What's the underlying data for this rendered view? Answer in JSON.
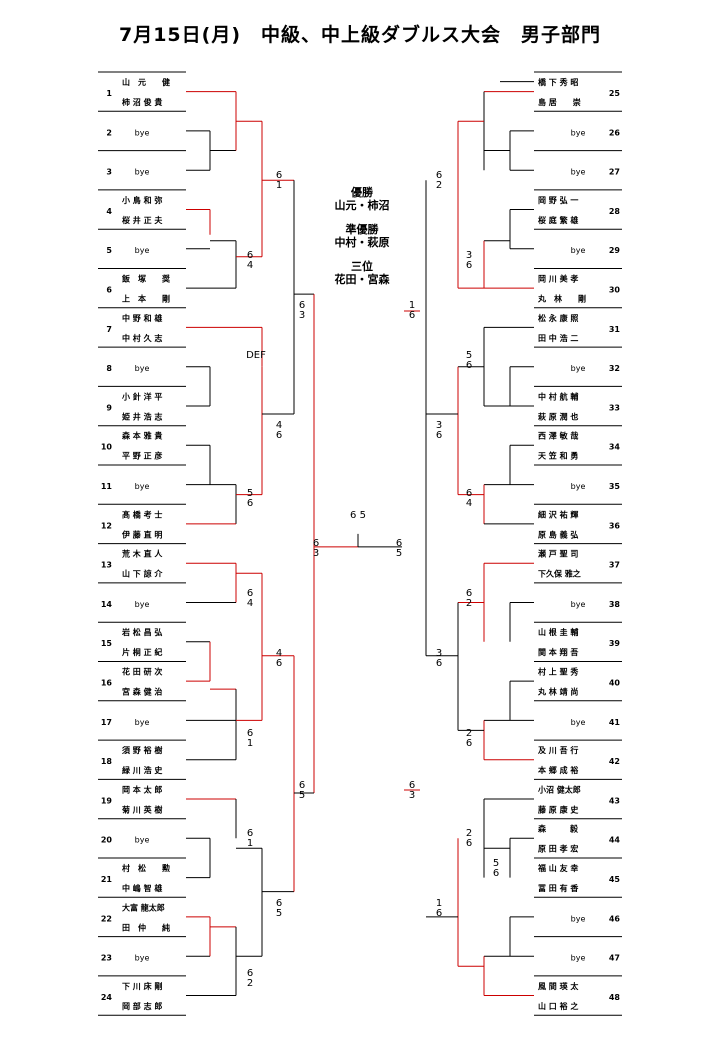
{
  "title": "7月15日(月)　中級、中上級ダブルス大会　男子部門",
  "results": {
    "champion_label": "優勝",
    "champion": "山元・柿沼",
    "runner_up_label": "準優勝",
    "runner_up": "中村・萩原",
    "third_label": "三位",
    "third": "花田・宮森"
  },
  "left_slots": [
    {
      "num": "1",
      "names": [
        "山　元　　健",
        "柿 沼 俊 貴"
      ]
    },
    {
      "num": "2",
      "names": [
        "bye"
      ]
    },
    {
      "num": "3",
      "names": [
        "bye"
      ]
    },
    {
      "num": "4",
      "names": [
        "小 鳥 和 弥",
        "桜 井 正 夫"
      ]
    },
    {
      "num": "5",
      "names": [
        "bye"
      ]
    },
    {
      "num": "6",
      "names": [
        "飯　塚　　奨",
        "上　本　　剛"
      ]
    },
    {
      "num": "7",
      "names": [
        "中 野 和 雄",
        "中 村 久 志"
      ]
    },
    {
      "num": "8",
      "names": [
        "bye"
      ]
    },
    {
      "num": "9",
      "names": [
        "小 針 洋 平",
        "姫 井 浩 志"
      ]
    },
    {
      "num": "10",
      "names": [
        "森 本 雅 貴",
        "平 野 正 彦"
      ]
    },
    {
      "num": "11",
      "names": [
        "bye"
      ]
    },
    {
      "num": "12",
      "names": [
        "髙 橋 考 士",
        "伊 藤 直 明"
      ]
    },
    {
      "num": "13",
      "names": [
        "荒 木 直 人",
        "山 下 諒 介"
      ]
    },
    {
      "num": "14",
      "names": [
        "bye"
      ]
    },
    {
      "num": "15",
      "names": [
        "岩 松 昌 弘",
        "片 桐 正 紀"
      ]
    },
    {
      "num": "16",
      "names": [
        "花 田 研 次",
        "宮 森 健 治"
      ]
    },
    {
      "num": "17",
      "names": [
        "bye"
      ]
    },
    {
      "num": "18",
      "names": [
        "須 野 裕 樹",
        "緑 川 浩 史"
      ]
    },
    {
      "num": "19",
      "names": [
        "岡 本 太 郎",
        "菊 川 英 樹"
      ]
    },
    {
      "num": "20",
      "names": [
        "bye"
      ]
    },
    {
      "num": "21",
      "names": [
        "村　松　　勲",
        "中 嶋 智 雄"
      ]
    },
    {
      "num": "22",
      "names": [
        "大富 龍太郎",
        "田　仲　　純"
      ]
    },
    {
      "num": "23",
      "names": [
        "bye"
      ]
    },
    {
      "num": "24",
      "names": [
        "下 川 床 剛",
        "岡 部 志 郎"
      ]
    }
  ],
  "right_slots": [
    {
      "num": "25",
      "names": [
        "橋 下 秀 昭",
        "島 居　　崇"
      ]
    },
    {
      "num": "26",
      "names": [
        "bye"
      ]
    },
    {
      "num": "27",
      "names": [
        "bye"
      ]
    },
    {
      "num": "28",
      "names": [
        "岡 野 弘 一",
        "桜 庭 繁 雄"
      ]
    },
    {
      "num": "29",
      "names": [
        "bye"
      ]
    },
    {
      "num": "30",
      "names": [
        "岡 川 美 孝",
        "丸　林　　剛"
      ]
    },
    {
      "num": "31",
      "names": [
        "松 永 康 照",
        "田 中 浩 二"
      ]
    },
    {
      "num": "32",
      "names": [
        "bye"
      ]
    },
    {
      "num": "33",
      "names": [
        "中 村 航 輔",
        "萩 原 潤 也"
      ]
    },
    {
      "num": "34",
      "names": [
        "西 澤 敏 哉",
        "天 笠 和 勇"
      ]
    },
    {
      "num": "35",
      "names": [
        "bye"
      ]
    },
    {
      "num": "36",
      "names": [
        "細 沢 祐 輝",
        "原 島 義 弘"
      ]
    },
    {
      "num": "37",
      "names": [
        "瀬 戸 聖 司",
        "下久保 雅之"
      ]
    },
    {
      "num": "38",
      "names": [
        "bye"
      ]
    },
    {
      "num": "39",
      "names": [
        "山 根 圭 輔",
        "関 本 翔 吾"
      ]
    },
    {
      "num": "40",
      "names": [
        "村 上 聖 秀",
        "丸 林 靖 尚"
      ]
    },
    {
      "num": "41",
      "names": [
        "bye"
      ]
    },
    {
      "num": "42",
      "names": [
        "及 川 吾 行",
        "本 郷 成 裕"
      ]
    },
    {
      "num": "43",
      "names": [
        "小沼 健太郎",
        "藤 原 康 史"
      ]
    },
    {
      "num": "44",
      "names": [
        "森　　　毅",
        "原 田 孝 宏"
      ]
    },
    {
      "num": "45",
      "names": [
        "福 山 友 幸",
        "冨 田 有 香"
      ]
    },
    {
      "num": "46",
      "names": [
        "bye"
      ]
    },
    {
      "num": "47",
      "names": [
        "bye"
      ]
    },
    {
      "num": "48",
      "names": [
        "風 間 瑛 太",
        "山 口 裕 之"
      ]
    }
  ],
  "scores": [
    {
      "id": "lr1-a",
      "a": "6",
      "b": "1"
    },
    {
      "id": "lr1-b",
      "a": "6",
      "b": "4"
    },
    {
      "id": "lr1-c",
      "a": "DEF",
      "b": ""
    },
    {
      "id": "lr1-d",
      "a": "4",
      "b": "6"
    },
    {
      "id": "lr1-e",
      "a": "5",
      "b": "6"
    },
    {
      "id": "lr1-f",
      "a": "6",
      "b": "4"
    },
    {
      "id": "lr1-g",
      "a": "4",
      "b": "6"
    },
    {
      "id": "lr1-h",
      "a": "6",
      "b": "1"
    },
    {
      "id": "lr1-i",
      "a": "6",
      "b": "1"
    },
    {
      "id": "lr1-j",
      "a": "6",
      "b": "5"
    },
    {
      "id": "lr1-k",
      "a": "6",
      "b": "2"
    },
    {
      "id": "lsf-a",
      "a": "6",
      "b": "3"
    },
    {
      "id": "lsf-b",
      "a": "6",
      "b": "5"
    },
    {
      "id": "final-l",
      "a": "6",
      "b": "3"
    },
    {
      "id": "final-top",
      "a": "6 5",
      "b": ""
    },
    {
      "id": "final-r",
      "a": "6",
      "b": "5"
    },
    {
      "id": "third-a",
      "a": "1",
      "b": "6"
    },
    {
      "id": "third-b",
      "a": "6",
      "b": "3"
    },
    {
      "id": "rr1-a",
      "a": "6",
      "b": "2"
    },
    {
      "id": "rr1-b",
      "a": "3",
      "b": "6"
    },
    {
      "id": "rr1-c",
      "a": "5",
      "b": "6"
    },
    {
      "id": "rr1-d",
      "a": "3",
      "b": "6"
    },
    {
      "id": "rr1-e",
      "a": "6",
      "b": "4"
    },
    {
      "id": "rr1-f",
      "a": "6",
      "b": "2"
    },
    {
      "id": "rr1-g",
      "a": "3",
      "b": "6"
    },
    {
      "id": "rr1-h",
      "a": "2",
      "b": "6"
    },
    {
      "id": "rr1-i",
      "a": "2",
      "b": "6"
    },
    {
      "id": "rr1-j",
      "a": "5",
      "b": "6"
    },
    {
      "id": "rr1-k",
      "a": "1",
      "b": "6"
    }
  ],
  "colors": {
    "line": "#000000",
    "winner": "#cc0000",
    "bye_text": "#000000"
  }
}
